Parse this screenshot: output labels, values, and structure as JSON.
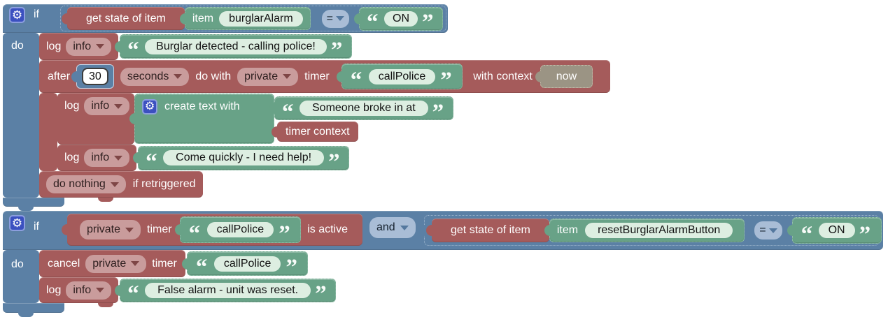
{
  "workspace": {
    "background": "#ffffff"
  },
  "colors": {
    "logic_blue": "#5b80a5",
    "action_red": "#a55b5b",
    "text_green": "#68a287",
    "shadow_tan": "#9b9484",
    "gear_blue": "#3b50c0"
  },
  "rule1": {
    "if_label": "if",
    "do_label": "do",
    "condition": {
      "get_state_label": "get state of item",
      "item_label": "item",
      "item_value": "burglarAlarm",
      "operator": "=",
      "value": "ON"
    },
    "log_burglar": {
      "log_label": "log",
      "level": "info",
      "message": "Burglar detected - calling police!"
    },
    "after_timer": {
      "after_label": "after",
      "duration": "30",
      "unit": "seconds",
      "do_with_label": "do with",
      "scope": "private",
      "timer_word": "timer",
      "timer_name": "callPolice",
      "with_context_label": "with context",
      "context_value": "now",
      "log_create": {
        "log_label": "log",
        "level": "info",
        "create_label": "create text with",
        "text_value": "Someone broke in at",
        "timer_context_label": "timer context"
      },
      "log_help": {
        "log_label": "log",
        "level": "info",
        "message": "Come quickly - I need help!"
      },
      "retrigger_action": "do nothing",
      "retrigger_label": "if retriggered"
    }
  },
  "rule2": {
    "if_label": "if",
    "do_label": "do",
    "condition": {
      "scope": "private",
      "timer_word": "timer",
      "timer_name": "callPolice",
      "is_active_label": "is active",
      "join_operator": "and",
      "get_state_label": "get state of item",
      "item_label": "item",
      "item_value": "resetBurglarAlarmButton",
      "operator": "=",
      "value": "ON"
    },
    "cancel_timer": {
      "cancel_label": "cancel",
      "scope": "private",
      "timer_word": "timer",
      "timer_name": "callPolice"
    },
    "log_reset": {
      "log_label": "log",
      "level": "info",
      "message": "False alarm - unit was reset."
    }
  }
}
